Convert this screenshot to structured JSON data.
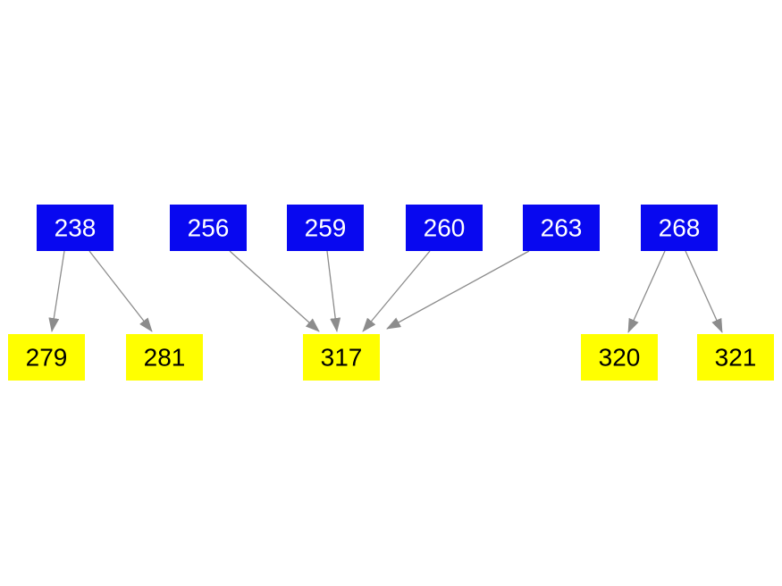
{
  "diagram": {
    "type": "directed-graph",
    "background_color": "#ffffff",
    "colors": {
      "parent_fill": "#0808f0",
      "parent_text": "#ffffff",
      "child_fill": "#ffff00",
      "child_text": "#000000",
      "edge": "#8c8c8c"
    },
    "nodes": {
      "parents": [
        {
          "label": "238"
        },
        {
          "label": "256"
        },
        {
          "label": "259"
        },
        {
          "label": "260"
        },
        {
          "label": "263"
        },
        {
          "label": "268"
        }
      ],
      "children": [
        {
          "label": "279"
        },
        {
          "label": "281"
        },
        {
          "label": "317"
        },
        {
          "label": "320"
        },
        {
          "label": "321"
        }
      ]
    },
    "edges": [
      {
        "from": "238",
        "to": "279"
      },
      {
        "from": "238",
        "to": "281"
      },
      {
        "from": "256",
        "to": "317"
      },
      {
        "from": "259",
        "to": "317"
      },
      {
        "from": "260",
        "to": "317"
      },
      {
        "from": "263",
        "to": "317"
      },
      {
        "from": "268",
        "to": "320"
      },
      {
        "from": "268",
        "to": "321"
      }
    ]
  }
}
